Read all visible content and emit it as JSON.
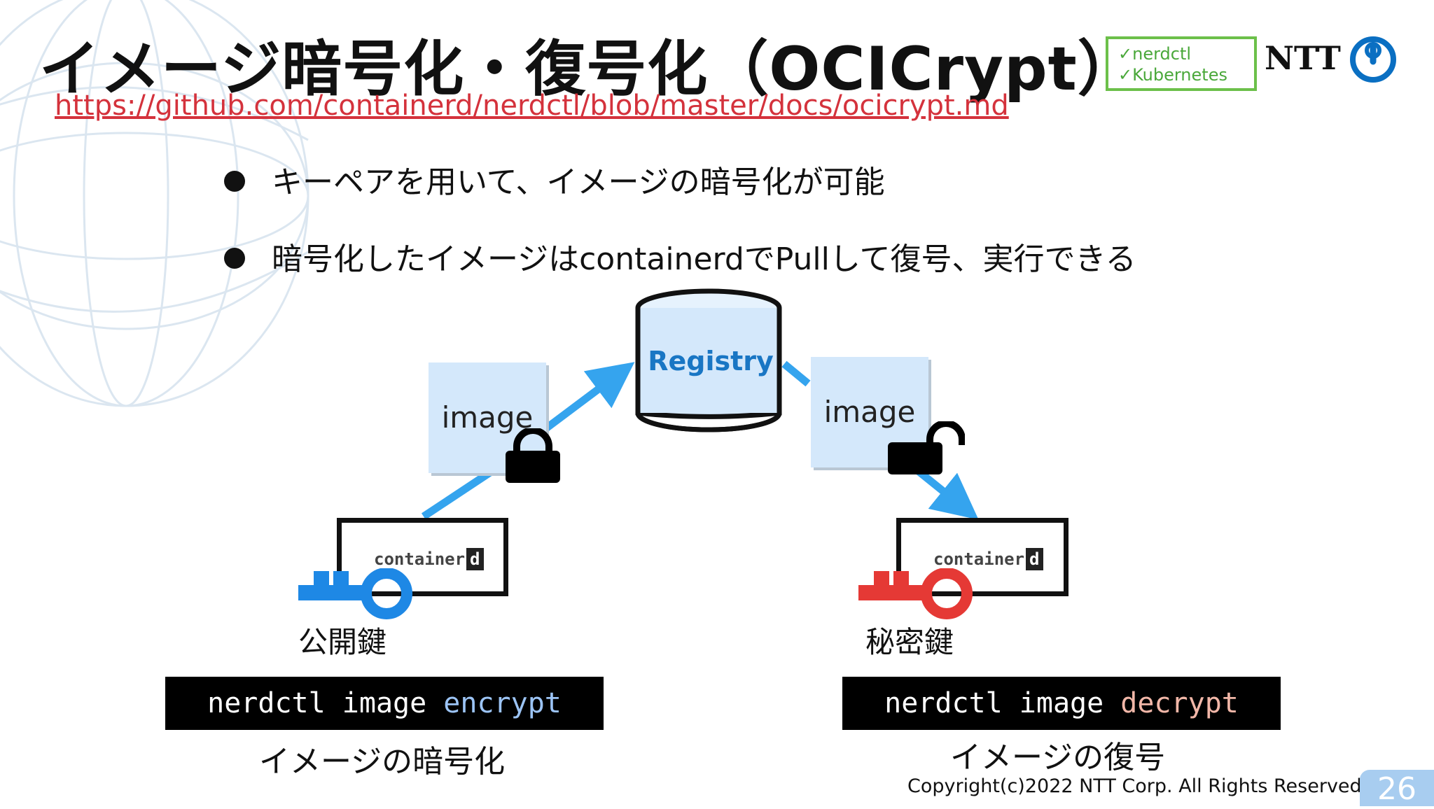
{
  "header": {
    "title": "イメージ暗号化・復号化（OCICrypt）",
    "url": "https://github.com/containerd/nerdctl/blob/master/docs/ocicrypt.md",
    "tags": [
      "✓nerdctl",
      "✓Kubernetes"
    ],
    "brand": "NTT"
  },
  "bullets": [
    "キーペアを用いて、イメージの暗号化が可能",
    "暗号化したイメージはcontainerdでPullして復号、実行できる"
  ],
  "diagram": {
    "registry_label": "Registry",
    "image_label_left": "image",
    "image_label_right": "image",
    "container_label": "container",
    "container_badge": "d",
    "public_key_label": "公開鍵",
    "private_key_label": "秘密鍵",
    "colors": {
      "arrow": "#35a4ee",
      "public_key": "#1e88e5",
      "private_key": "#e53935",
      "registry_fill": "#d4e8fb"
    }
  },
  "commands": {
    "encrypt": {
      "prefix": "nerdctl image ",
      "action": "encrypt",
      "caption": "イメージの暗号化"
    },
    "decrypt": {
      "prefix": "nerdctl image ",
      "action": "decrypt",
      "caption": "イメージの復号"
    }
  },
  "footer": {
    "copyright": "Copyright(c)2022 NTT Corp. All Rights Reserved.",
    "page": "26"
  }
}
